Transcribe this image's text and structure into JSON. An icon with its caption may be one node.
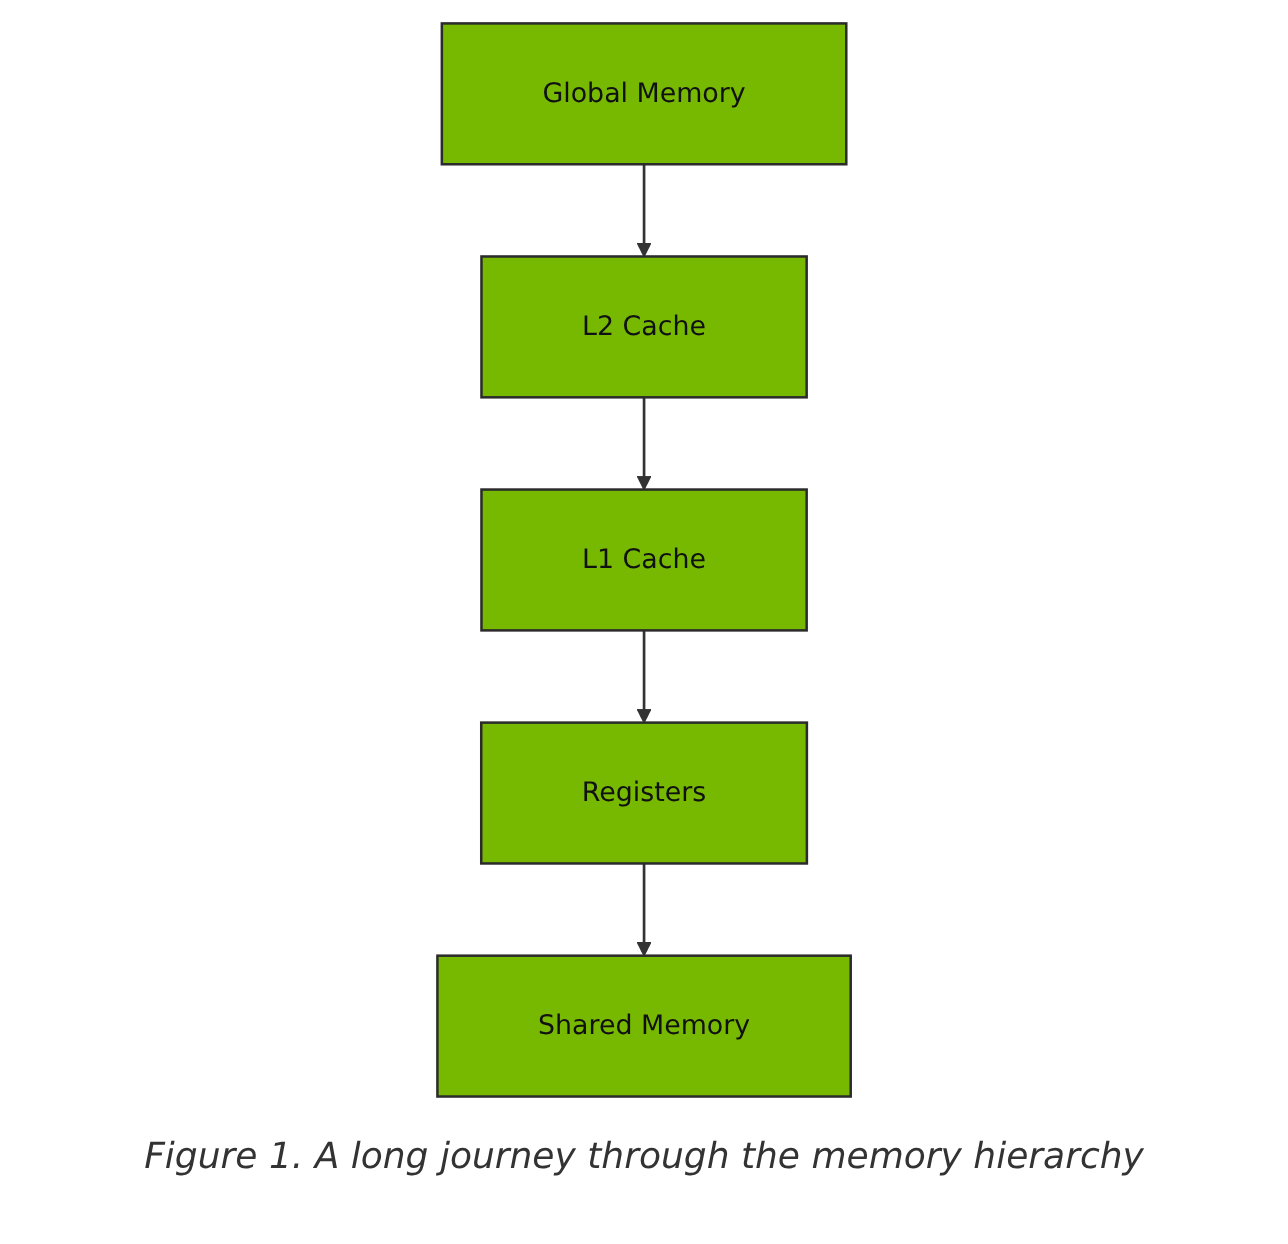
{
  "diagram": {
    "caption": "Figure 1. A long journey through the memory hierarchy",
    "nodes": [
      {
        "text": [
          "Global Memory"
        ]
      },
      {
        "text": [
          "L2 Cache"
        ]
      },
      {
        "text": [
          "Shared Memory"
        ]
      },
      {
        "text": [
          "L1 Cache"
        ]
      },
      {
        "text": [
          "Registers"
        ]
      }
    ],
    "edges": [
      {
        "from": 0,
        "to": 1,
        "arrow": "to"
      },
      {
        "from": 1,
        "to": 3,
        "arrow": "to"
      },
      {
        "from": 3,
        "to": 4,
        "arrow": "to"
      },
      {
        "from": 4,
        "to": 2,
        "arrow": "to"
      }
    ]
  }
}
